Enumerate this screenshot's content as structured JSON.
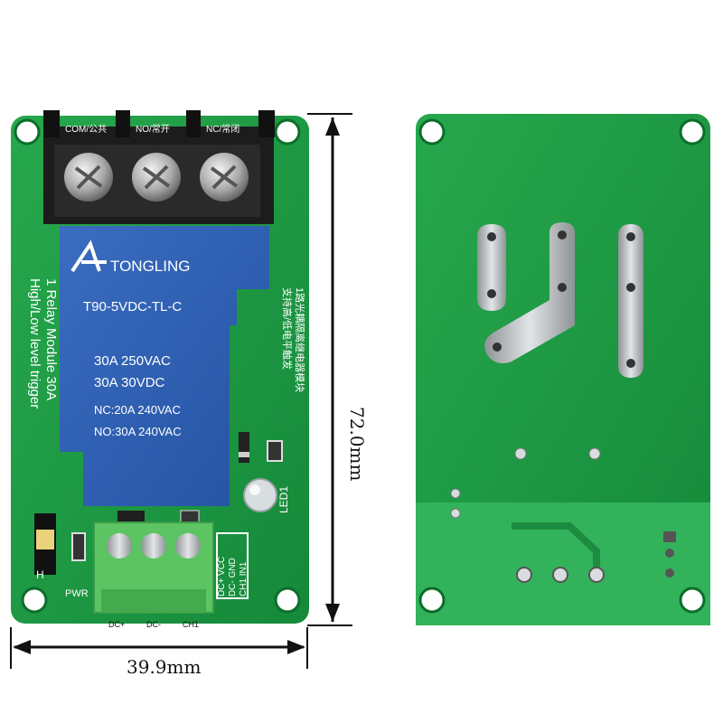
{
  "front": {
    "brand": "TONGLING",
    "model": "T90-5VDC-TL-C",
    "rating_1": "30A  250VAC",
    "rating_2": "30A   30VDC",
    "nc_rating": "NC:20A 240VAC",
    "no_rating": "NO:30A 240VAC",
    "terminal_labels": [
      "COM/公共",
      "NO/常开",
      "NC/常闭"
    ],
    "side_text_1": "High/Low level trigger",
    "side_text_2": "1 Relay Module 30A",
    "cn_text_1": "支持高/低电平触发",
    "cn_text_2": "1路光耦隔离继电器模块",
    "led_label": "LED1",
    "pwr_label": "PWR",
    "jumper_label": "H",
    "pin_labels": [
      "DC+ VCC",
      "DC- GND",
      "CH1 IN1"
    ],
    "bottom_terminal_labels": [
      "DC+",
      "DC-",
      "CH1"
    ]
  },
  "dimensions": {
    "height": "72.0mm",
    "width": "39.9mm"
  },
  "colors": {
    "pcb": "#1f9b45",
    "relay": "#2f5fb3",
    "terminal": "#5cb85c",
    "dark_terminal": "#1b1b1b"
  }
}
